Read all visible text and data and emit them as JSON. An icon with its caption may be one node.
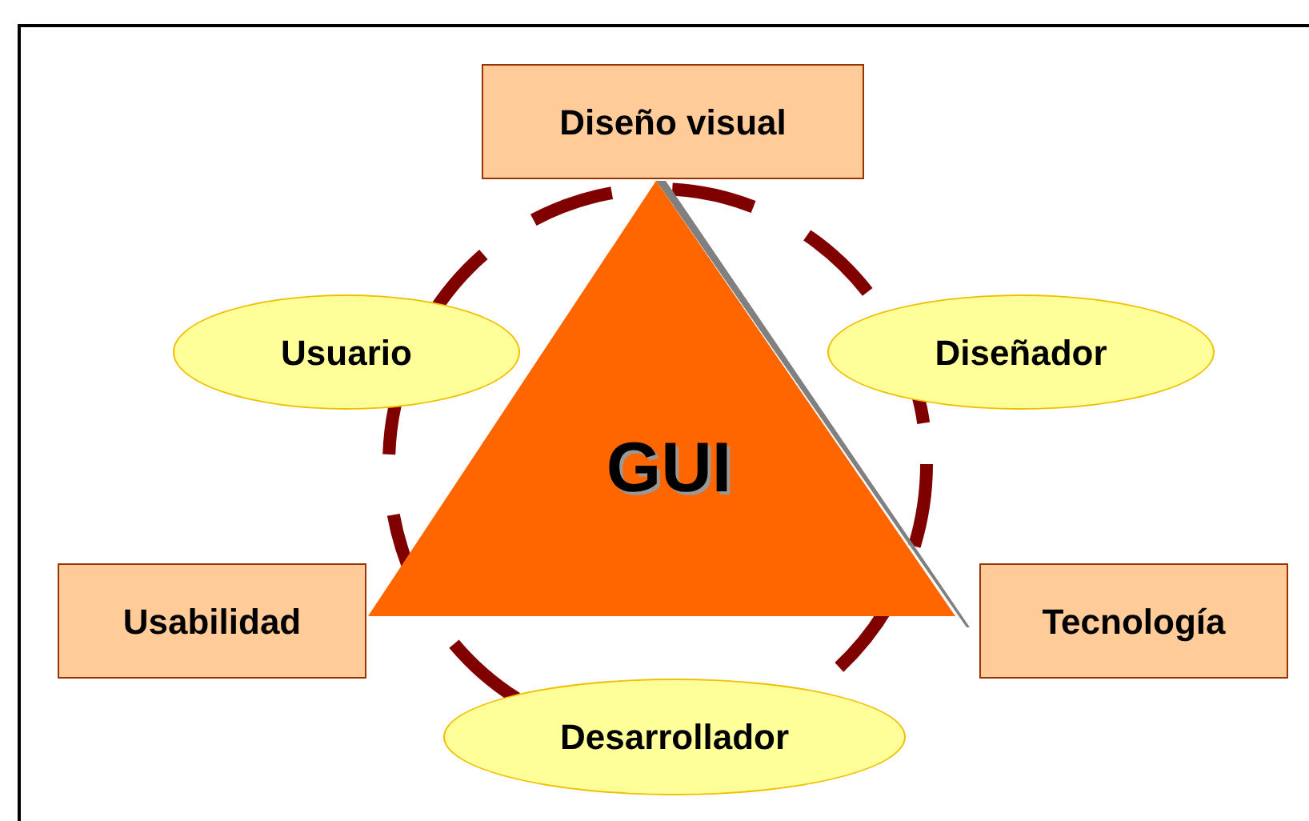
{
  "diagram": {
    "nodes": [
      {
        "text": [
          "Diseño visual"
        ]
      },
      {
        "text": [
          "Usuario"
        ]
      },
      {
        "text": [
          "GUI"
        ]
      },
      {
        "text": [
          "Diseñador"
        ]
      },
      {
        "text": [
          "Usabilidad"
        ]
      },
      {
        "text": [
          "Tecnología"
        ]
      },
      {
        "text": [
          "Desarrollador"
        ]
      }
    ]
  }
}
